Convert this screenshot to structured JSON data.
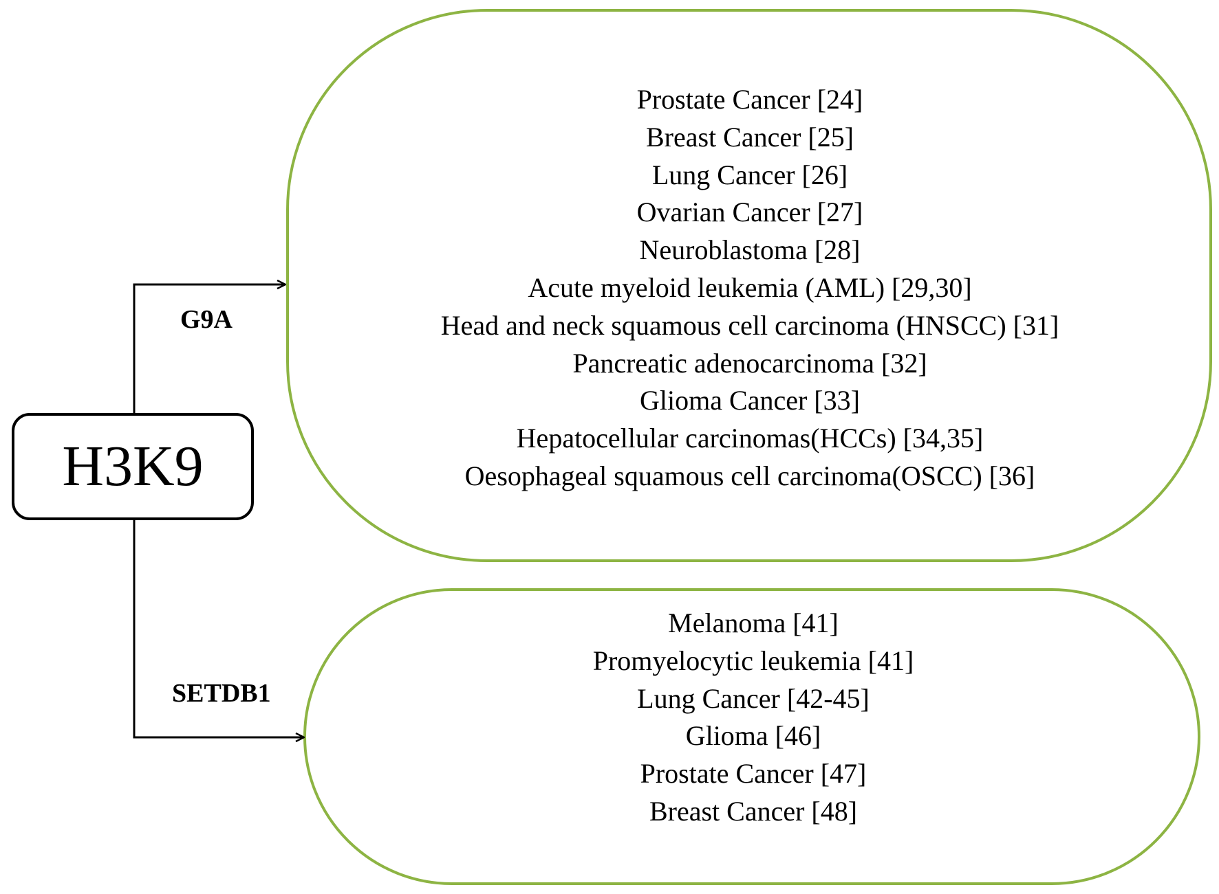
{
  "root": {
    "label": "H3K9"
  },
  "branches": [
    {
      "label": "G9A",
      "items": [
        "Prostate Cancer [24]",
        "Breast Cancer [25]",
        "Lung Cancer [26]",
        "Ovarian Cancer [27]",
        "Neuroblastoma [28]",
        "Acute myeloid leukemia (AML)  [29,30]",
        "Head and neck squamous cell carcinoma (HNSCC)  [31]",
        "Pancreatic adenocarcinoma [32]",
        "Glioma Cancer [33]",
        "Hepatocellular carcinomas(HCCs) [34,35]",
        "Oesophageal squamous cell carcinoma(OSCC) [36]"
      ]
    },
    {
      "label": "SETDB1",
      "items": [
        "Melanoma [41]",
        "Promyelocytic leukemia [41]",
        "Lung Cancer [42-45]",
        "Glioma [46]",
        "Prostate Cancer [47]",
        "Breast Cancer [48]"
      ]
    }
  ],
  "colors": {
    "container_border": "#8DB443",
    "connector": "#000000"
  }
}
